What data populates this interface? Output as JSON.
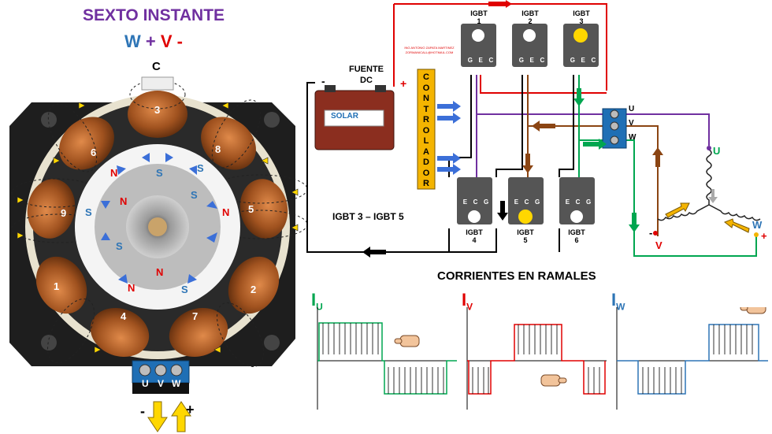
{
  "header": {
    "title": "SEXTO INSTANTE",
    "w": "W",
    "plus": "+",
    "v": "V",
    "minus": "-",
    "terminal_c": "C"
  },
  "motor": {
    "coils": [
      "1",
      "2",
      "3",
      "4",
      "5",
      "6",
      "7",
      "8",
      "9"
    ],
    "pole_n": "N",
    "pole_s": "S",
    "terminals": [
      "U",
      "V",
      "W"
    ],
    "minus": "-",
    "plus": "+"
  },
  "circuit": {
    "source_title": "FUENTE",
    "source_dc": "DC",
    "source_minus": "-",
    "source_plus": "+",
    "battery_brand": "SOLAR",
    "tiny_credit_1": "ING ANTONIO ZAPATA MARTINEZ",
    "tiny_credit_2": "ZORMANICALL@HOTMAIL.COM",
    "controller_letters": [
      "C",
      "O",
      "N",
      "T",
      "R",
      "O",
      "L",
      "A",
      "D",
      "O",
      "R"
    ],
    "igbt_label": "IGBT",
    "top_igbts": [
      "1",
      "2",
      "3"
    ],
    "bottom_igbts": [
      "4",
      "5",
      "6"
    ],
    "pins_top": [
      "G",
      "E",
      "C"
    ],
    "pins_bottom": [
      "E",
      "C",
      "G"
    ],
    "active_note": "IGBT 3 – IGBT 5",
    "terminal_u": "U",
    "terminal_v": "V",
    "terminal_w": "W",
    "star_u": "U",
    "star_v": "V",
    "star_w": "W",
    "star_minus": "-",
    "star_plus": "+"
  },
  "currents": {
    "title": "CORRIENTES EN RAMALES",
    "iu": "I",
    "iu_sub": "U",
    "iv": "I",
    "iv_sub": "V",
    "iw": "I",
    "iw_sub": "W"
  },
  "colors": {
    "purple": "#7030a0",
    "red": "#e00000",
    "blue": "#2e75b6",
    "green": "#00a650",
    "brown": "#8b4513",
    "yellow": "#ffd700",
    "orange": "#f4b400"
  }
}
